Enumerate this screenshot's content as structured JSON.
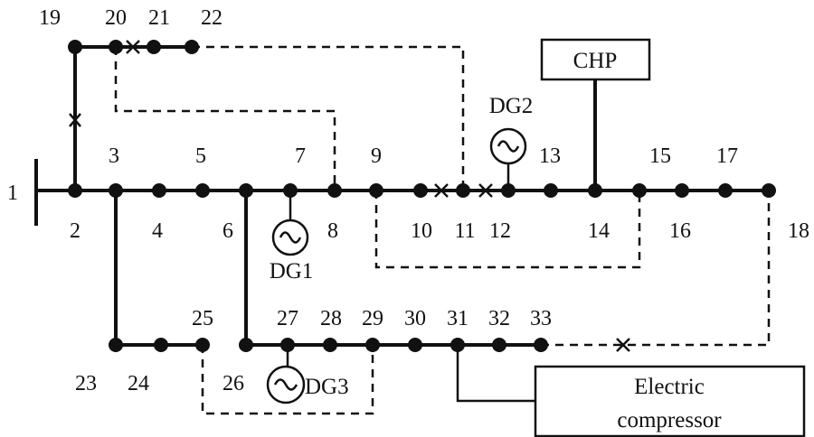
{
  "diagram": {
    "bus_labels": [
      "1",
      "2",
      "3",
      "4",
      "5",
      "6",
      "7",
      "8",
      "9",
      "10",
      "11",
      "12",
      "13",
      "14",
      "15",
      "16",
      "17",
      "18",
      "19",
      "20",
      "21",
      "22",
      "23",
      "24",
      "25",
      "26",
      "27",
      "28",
      "29",
      "30",
      "31",
      "32",
      "33"
    ],
    "generators": {
      "dg1": "DG1",
      "dg2": "DG2",
      "dg3": "DG3"
    },
    "chp": {
      "label": "CHP"
    },
    "compressor": {
      "line1": "Electric",
      "line2": "compressor"
    }
  }
}
